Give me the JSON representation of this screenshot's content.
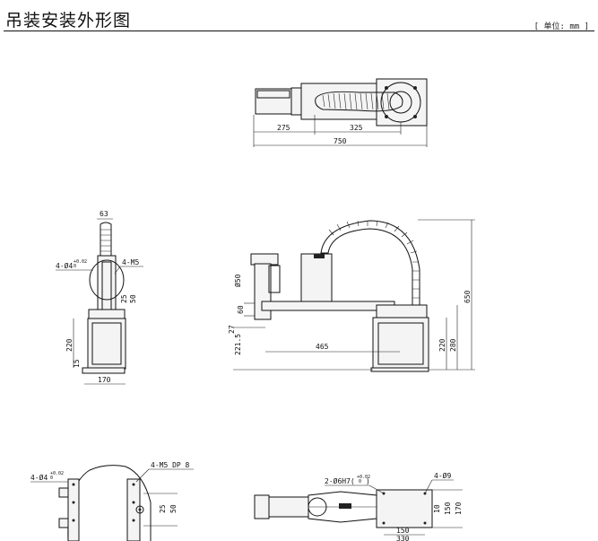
{
  "header": {
    "title": "吊装安装外形图",
    "unit": "[ 单位: mm ]"
  },
  "top_view": {
    "dims": [
      "275",
      "325",
      "750"
    ]
  },
  "side_view": {
    "dims": [
      "63",
      "4-Ø4",
      "+0.02",
      "0",
      "4-M5",
      "25",
      "50",
      "220",
      "15",
      "170"
    ]
  },
  "front_view": {
    "dims": [
      "Ø50",
      "60",
      "27",
      "221.5",
      "465",
      "650",
      "220",
      "280"
    ]
  },
  "base_view": {
    "dims": [
      "4-M5 DP 8",
      "4-Ø4",
      "+0.02",
      "0",
      "25",
      "50"
    ]
  },
  "bottom_view": {
    "dims": [
      "2-Ø6H7(",
      "+0.02",
      "0",
      ")",
      "4-Ø9",
      "10",
      "150",
      "170",
      "150",
      "330"
    ]
  }
}
